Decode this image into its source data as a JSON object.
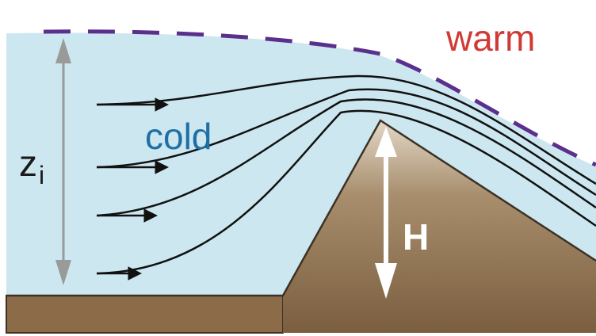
{
  "labels": {
    "warm": "warm",
    "cold": "cold",
    "inversion_height": "z",
    "inversion_height_subscript": "i",
    "mountain_height": "H"
  },
  "colors": {
    "cold_air": "#cde7f0",
    "inversion_line": "#5b2f8c",
    "ground_top": "#e3d8c8",
    "ground_bottom": "#7a5e3f",
    "ground_flat": "#8b6b48",
    "ground_outline": "#3d3225",
    "streamline": "#111111",
    "height_arrow": "#9a9a9a",
    "mountain_arrow": "#ffffff",
    "warm_text": "#d03a35",
    "cold_text": "#1f6fa5",
    "label_text": "#1a1a1a"
  }
}
